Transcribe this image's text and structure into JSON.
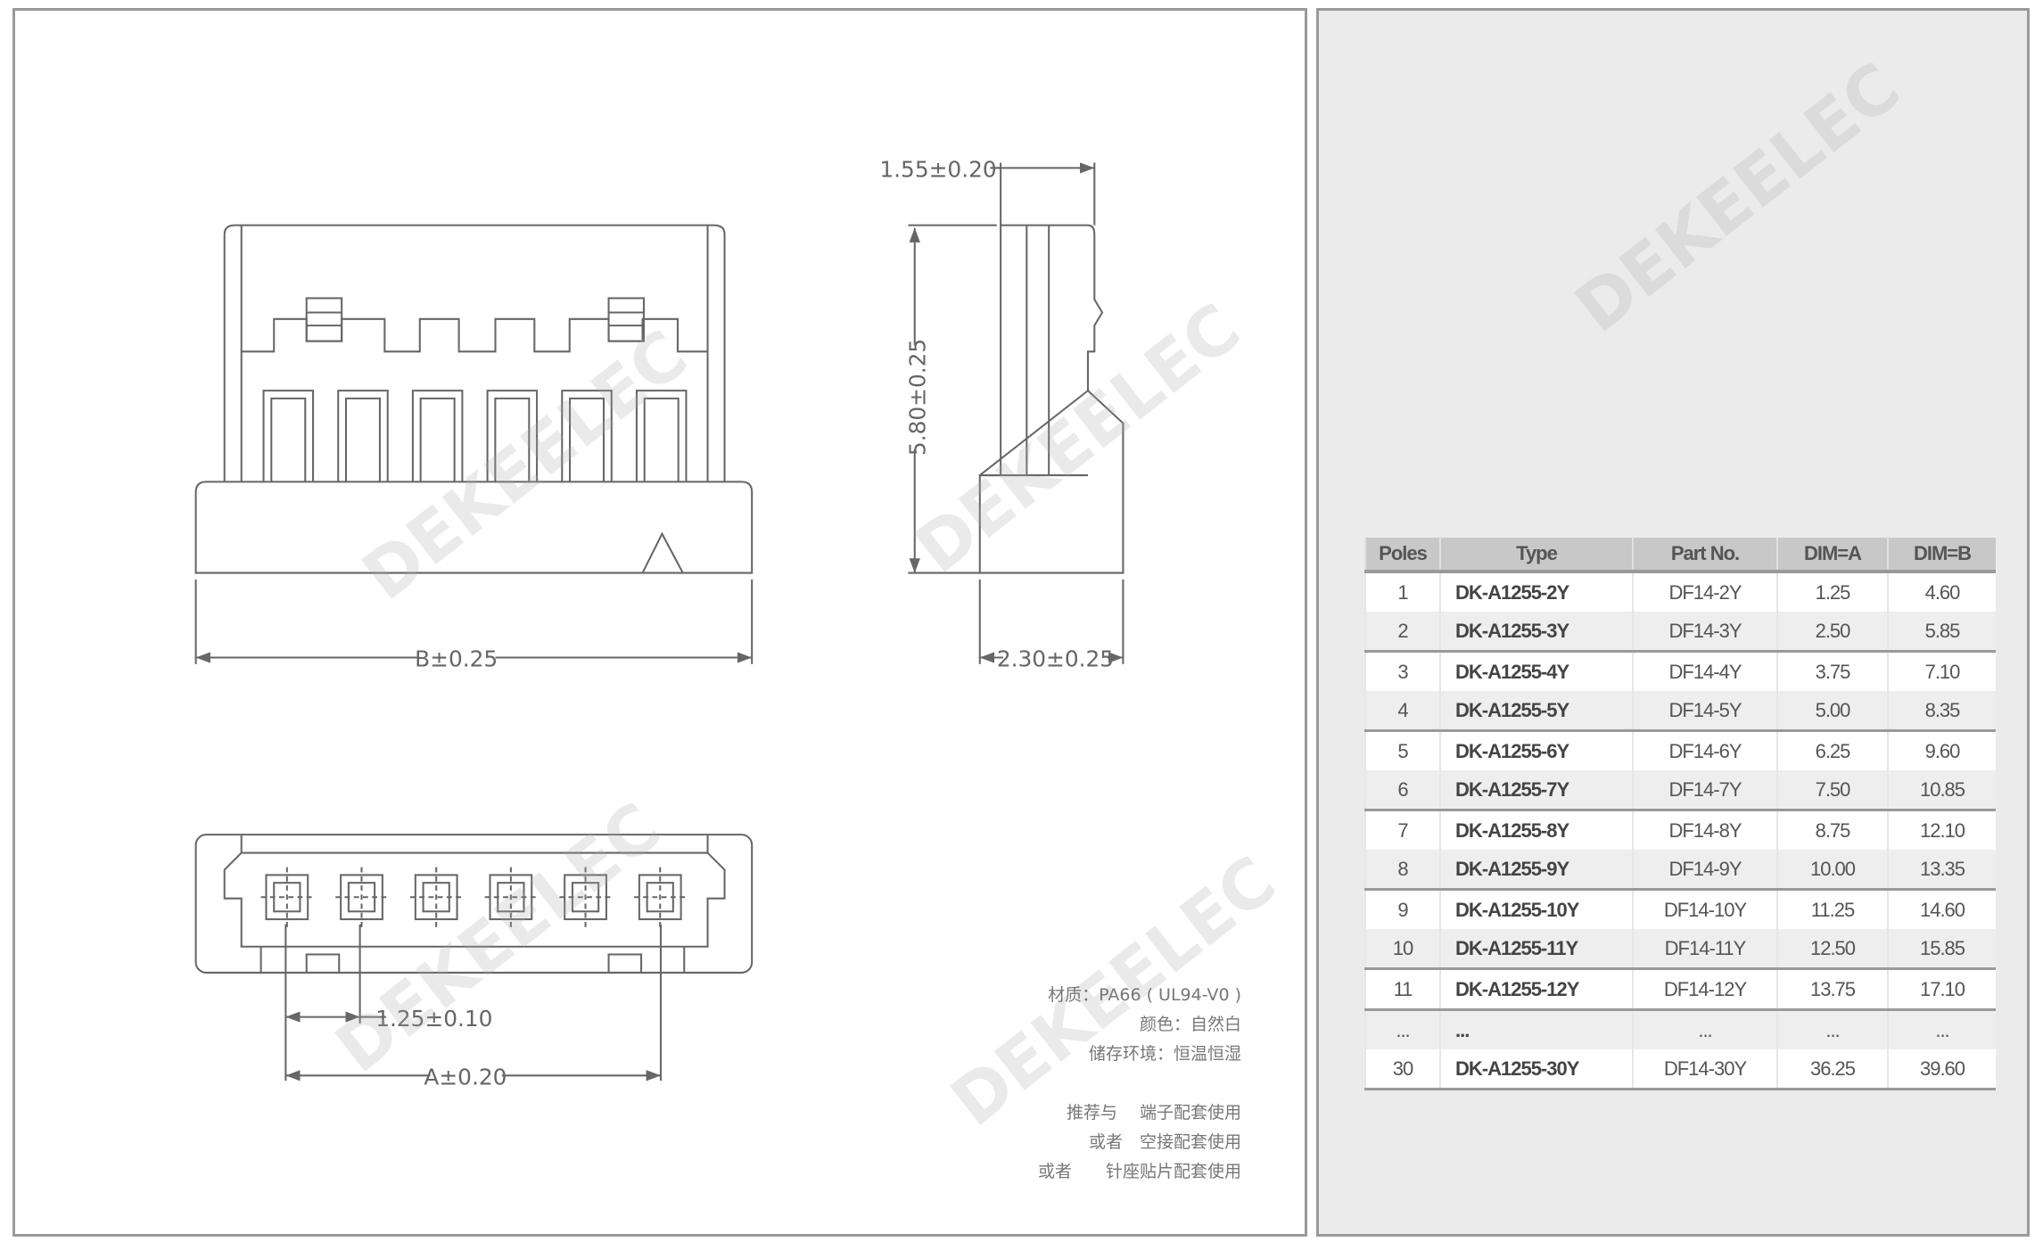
{
  "dimensions": {
    "b": "B±0.25",
    "top_width": "1.55±0.20",
    "height": "5.80±0.25",
    "depth": "2.30±0.25",
    "pitch": "1.25±0.10",
    "a": "A±0.20"
  },
  "notes": {
    "material": "材质：PA66 ( UL94-V0 )",
    "color": "颜色：自然白",
    "storage": "储存环境：恒温恒湿",
    "rec1": "推荐与　 端子配套使用",
    "rec2": "或者　空接配套使用",
    "rec3": "或者　　针座贴片配套使用"
  },
  "watermark": "DEKEELEC",
  "table": {
    "headers": [
      "Poles",
      "Type",
      "Part No.",
      "DIM=A",
      "DIM=B"
    ],
    "rows": [
      [
        "1",
        "DK-A1255-2Y",
        "DF14-2Y",
        "1.25",
        "4.60"
      ],
      [
        "2",
        "DK-A1255-3Y",
        "DF14-3Y",
        "2.50",
        "5.85"
      ],
      [
        "3",
        "DK-A1255-4Y",
        "DF14-4Y",
        "3.75",
        "7.10"
      ],
      [
        "4",
        "DK-A1255-5Y",
        "DF14-5Y",
        "5.00",
        "8.35"
      ],
      [
        "5",
        "DK-A1255-6Y",
        "DF14-6Y",
        "6.25",
        "9.60"
      ],
      [
        "6",
        "DK-A1255-7Y",
        "DF14-7Y",
        "7.50",
        "10.85"
      ],
      [
        "7",
        "DK-A1255-8Y",
        "DF14-8Y",
        "8.75",
        "12.10"
      ],
      [
        "8",
        "DK-A1255-9Y",
        "DF14-9Y",
        "10.00",
        "13.35"
      ],
      [
        "9",
        "DK-A1255-10Y",
        "DF14-10Y",
        "11.25",
        "14.60"
      ],
      [
        "10",
        "DK-A1255-11Y",
        "DF14-11Y",
        "12.50",
        "15.85"
      ],
      [
        "11",
        "DK-A1255-12Y",
        "DF14-12Y",
        "13.75",
        "17.10"
      ],
      [
        "...",
        "...",
        "...",
        "...",
        "..."
      ],
      [
        "30",
        "DK-A1255-30Y",
        "DF14-30Y",
        "36.25",
        "39.60"
      ]
    ]
  }
}
